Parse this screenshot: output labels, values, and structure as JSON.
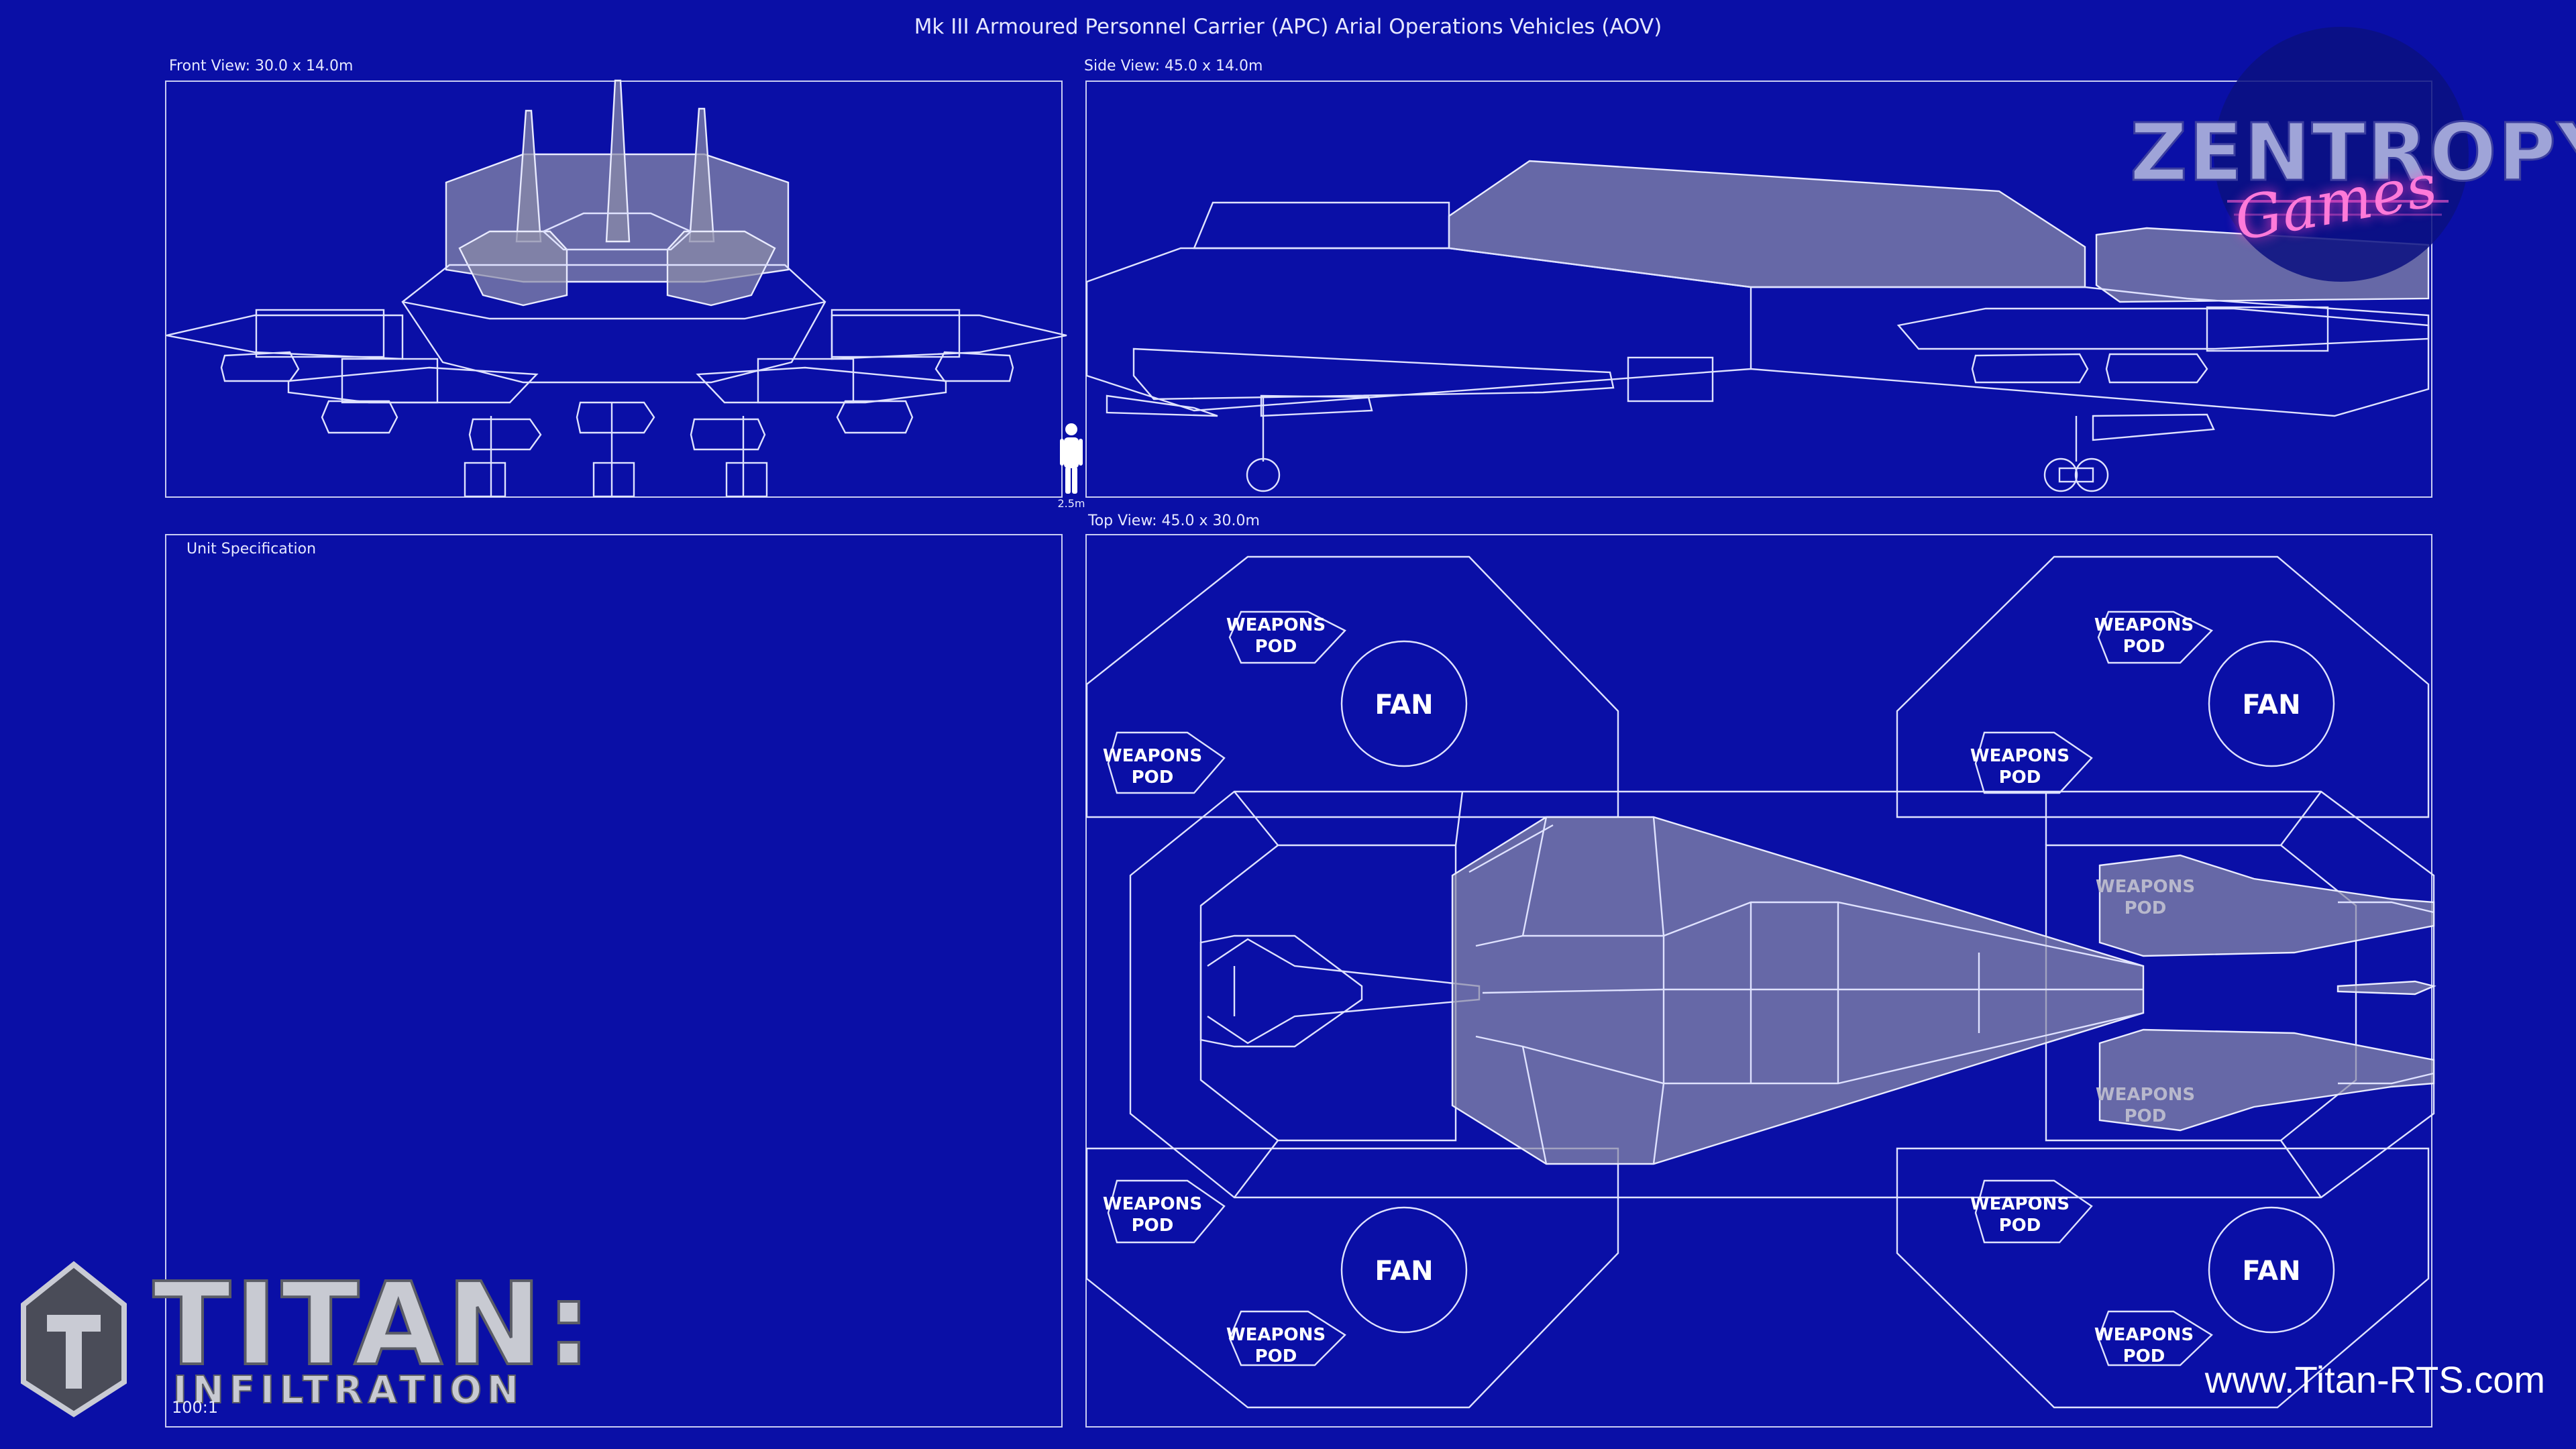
{
  "title": "Mk III Armoured Personnel Carrier (APC) Arial Operations Vehicles (AOV)",
  "front_view": {
    "label": "Front View: 30.0 x 14.0m"
  },
  "side_view": {
    "label": "Side View: 45.0 x 14.0m"
  },
  "top_view": {
    "label": "Top View: 45.0 x 30.0m",
    "fan_label": "FAN",
    "weapons_line1": "WEAPONS",
    "weapons_line2": "POD"
  },
  "scale_figure": {
    "height_label": "2.5m"
  },
  "unit_spec": {
    "label": "Unit Specification",
    "scale_ratio": "100:1"
  },
  "branding": {
    "zentropy": "ZENTROPY",
    "games": "Games",
    "titan": "TITAN:",
    "infiltration": "INFILTRATION",
    "website": "www.Titan-RTS.com"
  },
  "colors": {
    "background": "#0a0fa6",
    "lines": "#dfe2ff",
    "fill": "#8a8aa8",
    "accent_pink": "#ff7ad9"
  }
}
